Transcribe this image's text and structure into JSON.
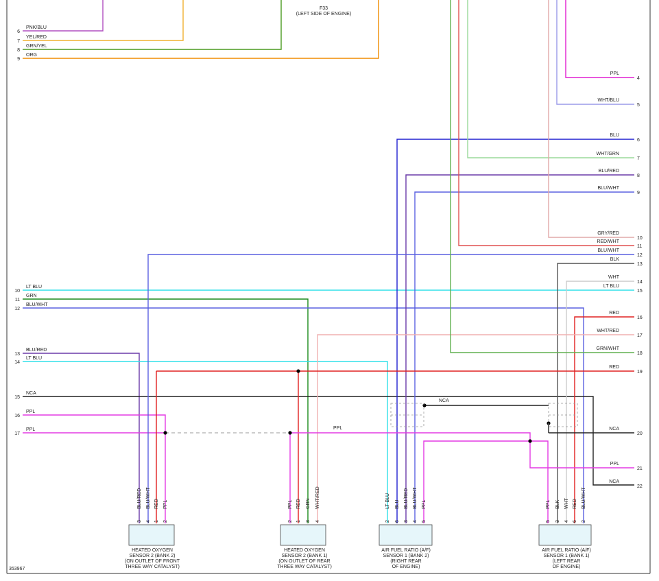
{
  "figure_id": "353967",
  "top_note": "F33",
  "top_note_sub": "(LEFT SIDE OF ENGINE)",
  "left_pins": [
    {
      "pin": "6",
      "label": "PNK/BLU",
      "color": "#b04fc0"
    },
    {
      "pin": "7",
      "label": "YEL/RED",
      "color": "#f0b030"
    },
    {
      "pin": "8",
      "label": "GRN/YEL",
      "color": "#4a9a20"
    },
    {
      "pin": "9",
      "label": "ORG",
      "color": "#f08c00"
    },
    {
      "pin": "10",
      "label": "LT BLU",
      "color": "#30e0e8"
    },
    {
      "pin": "11",
      "label": "GRN",
      "color": "#1a8a1a"
    },
    {
      "pin": "12",
      "label": "BLU/WHT",
      "color": "#5a60e0"
    },
    {
      "pin": "13",
      "label": "BLU/RED",
      "color": "#6a3aa8"
    },
    {
      "pin": "14",
      "label": "LT BLU",
      "color": "#30e0e8"
    },
    {
      "pin": "15",
      "label": "NCA",
      "color": "#222222"
    },
    {
      "pin": "16",
      "label": "PPL",
      "color": "#e43ae4"
    },
    {
      "pin": "17",
      "label": "PPL",
      "color": "#e43ae4"
    }
  ],
  "right_pins": [
    {
      "pin": "4",
      "label": "PPL",
      "color": "#e020d0"
    },
    {
      "pin": "5",
      "label": "WHT/BLU",
      "color": "#9a9ae8"
    },
    {
      "pin": "6",
      "label": "BLU",
      "color": "#2020d0"
    },
    {
      "pin": "7",
      "label": "WHT/GRN",
      "color": "#9ad89a"
    },
    {
      "pin": "8",
      "label": "BLU/RED",
      "color": "#6a3aa8"
    },
    {
      "pin": "9",
      "label": "BLU/WHT",
      "color": "#5a60e0"
    },
    {
      "pin": "10",
      "label": "GRY/RED",
      "color": "#e0a8a8"
    },
    {
      "pin": "11",
      "label": "RED/WHT",
      "color": "#e05050"
    },
    {
      "pin": "12",
      "label": "BLU/WHT",
      "color": "#5a60e0"
    },
    {
      "pin": "13",
      "label": "BLK",
      "color": "#555555"
    },
    {
      "pin": "14",
      "label": "WHT",
      "color": "#cccccc"
    },
    {
      "pin": "15",
      "label": "LT BLU",
      "color": "#30e0e8"
    },
    {
      "pin": "16",
      "label": "RED",
      "color": "#e02020"
    },
    {
      "pin": "17",
      "label": "WHT/RED",
      "color": "#f0b0b0"
    },
    {
      "pin": "18",
      "label": "GRN/WHT",
      "color": "#60b050"
    },
    {
      "pin": "19",
      "label": "RED",
      "color": "#e02020"
    },
    {
      "pin": "20",
      "label": "NCA",
      "color": "#222222"
    },
    {
      "pin": "21",
      "label": "PPL",
      "color": "#e43ae4"
    },
    {
      "pin": "22",
      "label": "NCA",
      "color": "#222222"
    }
  ],
  "mid_labels": {
    "nca": "NCA",
    "ppl": "PPL"
  },
  "sensors": [
    {
      "name": "HEATED OXYGEN",
      "l2": "SENSOR 2 (BANK 2)",
      "l3": "(ON OUTLET OF FRONT",
      "l4": "THREE WAY CATALYST)",
      "pins": [
        {
          "n": "3",
          "w": "BLU/RED"
        },
        {
          "n": "4",
          "w": "BLU/WHT"
        },
        {
          "n": "1",
          "w": "RED"
        },
        {
          "n": "2",
          "w": "PPL"
        }
      ]
    },
    {
      "name": "HEATED OXYGEN",
      "l2": "SENSOR 2 (BANK 1)",
      "l3": "(ON OUTLET OF REAR",
      "l4": "THREE WAY CATALYST)",
      "pins": [
        {
          "n": "2",
          "w": "PPL"
        },
        {
          "n": "1",
          "w": "RED"
        },
        {
          "n": "3",
          "w": "GRN"
        },
        {
          "n": "4",
          "w": "WHT/RED"
        }
      ]
    },
    {
      "name": "AIR FUEL RATIO (A/F)",
      "l2": "SENSOR 1 (BANK 2)",
      "l3": "(RIGHT REAR",
      "l4": "OF ENGINE)",
      "pins": [
        {
          "n": "2",
          "w": "LT BLU"
        },
        {
          "n": "6",
          "w": "BLU"
        },
        {
          "n": "3",
          "w": "BLU/RED"
        },
        {
          "n": "4",
          "w": "BLU/WHT"
        },
        {
          "n": "5",
          "w": "PPL"
        }
      ]
    },
    {
      "name": "AIR FUEL RATIO (A/F)",
      "l2": "SENSOR 1 (BANK 1)",
      "l3": "(LEFT REAR",
      "l4": "OF ENGINE)",
      "pins": [
        {
          "n": "5",
          "w": "PPL"
        },
        {
          "n": "3",
          "w": "BLK"
        },
        {
          "n": "4",
          "w": "WHT"
        },
        {
          "n": "6",
          "w": "RED"
        },
        {
          "n": "2",
          "w": "BLU/WHT"
        }
      ]
    }
  ]
}
